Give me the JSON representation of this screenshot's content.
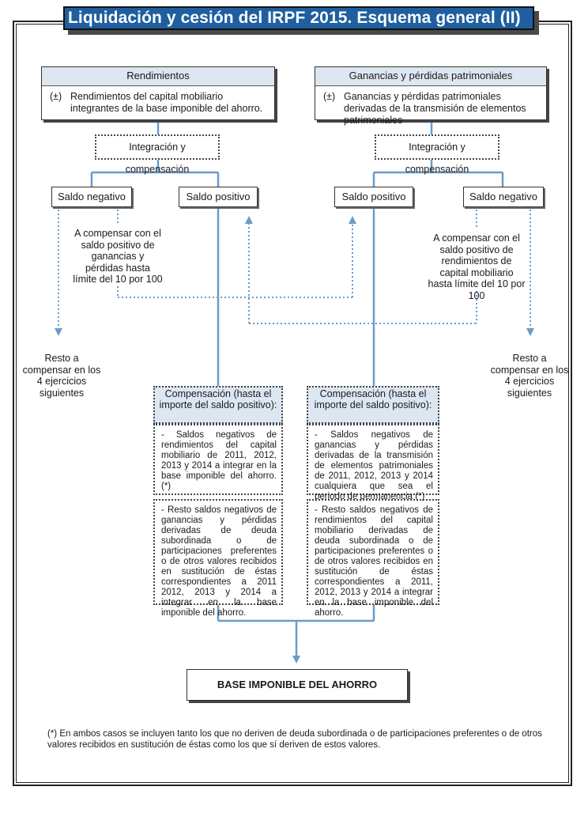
{
  "title": "Liquidación y cesión del IRPF 2015. Esquema general (II)",
  "left": {
    "header": "Rendimientos",
    "sign": "(±)",
    "description": "Rendimientos del capital mobiliario integrantes de la base imponible del ahorro.",
    "integration": "Integración y compensación",
    "saldo_negativo": "Saldo negativo",
    "saldo_positivo": "Saldo positivo",
    "compensate_note": "A compensar con el saldo positivo de ganancias y pérdidas hasta límite del 10 por 100",
    "remainder_note": "Resto a compensar en los 4 ejercicios siguientes",
    "comp_header": "Compensación (hasta el importe del saldo positivo):",
    "comp_item1": "- Saldos negativos de rendimientos del capital mobiliario de 2011, 2012, 2013 y 2014 a integrar en la base imponible del ahorro. (*)",
    "comp_item2": "- Resto saldos negativos de ganancias y pérdidas derivadas de deuda subordinada o de participaciones preferentes o de otros valores recibidos en sustitución de éstas correspondientes a 2011 2012, 2013 y 2014 a integrar en la base imponible del ahorro."
  },
  "right": {
    "header": "Ganancias y pérdidas patrimoniales",
    "sign": "(±)",
    "description": "Ganancias y pérdidas patrimoniales derivadas de la transmisión de elementos patrimoniales",
    "integration": "Integración y compensación",
    "saldo_positivo": "Saldo positivo",
    "saldo_negativo": "Saldo negativo",
    "compensate_note": "A compensar con el saldo positivo de rendimientos de capital mobiliario hasta límite del 10 por 100",
    "remainder_note": "Resto a compensar en los 4 ejercicios siguientes",
    "comp_header": "Compensación (hasta el importe del saldo positivo):",
    "comp_item1": "- Saldos negativos de ganancias y pérdidas derivadas de la transmisión de elementos patrimoniales de 2011, 2012, 2013 y 2014 cualquiera que sea el periodo de permanencia (*)",
    "comp_item2": "- Resto saldos negativos de rendimientos del capital mobiliario derivadas de deuda subordinada o de participaciones preferentes o de otros valores recibidos en sustitución de éstas correspondientes a 2011, 2012, 2013 y 2014 a integrar en la base imponible del ahorro."
  },
  "base": "BASE IMPONIBLE DEL AHORRO",
  "footnote": "(*) En ambos casos se incluyen tanto los que no deriven de deuda subordinada o de participaciones preferentes o de otros valores recibidos en sustitución de éstas como los que sí deriven de estos valores.",
  "colors": {
    "title_bg": "#1f5fa0",
    "header_bg": "#dce7f2",
    "connector": "#6a9cc8"
  }
}
